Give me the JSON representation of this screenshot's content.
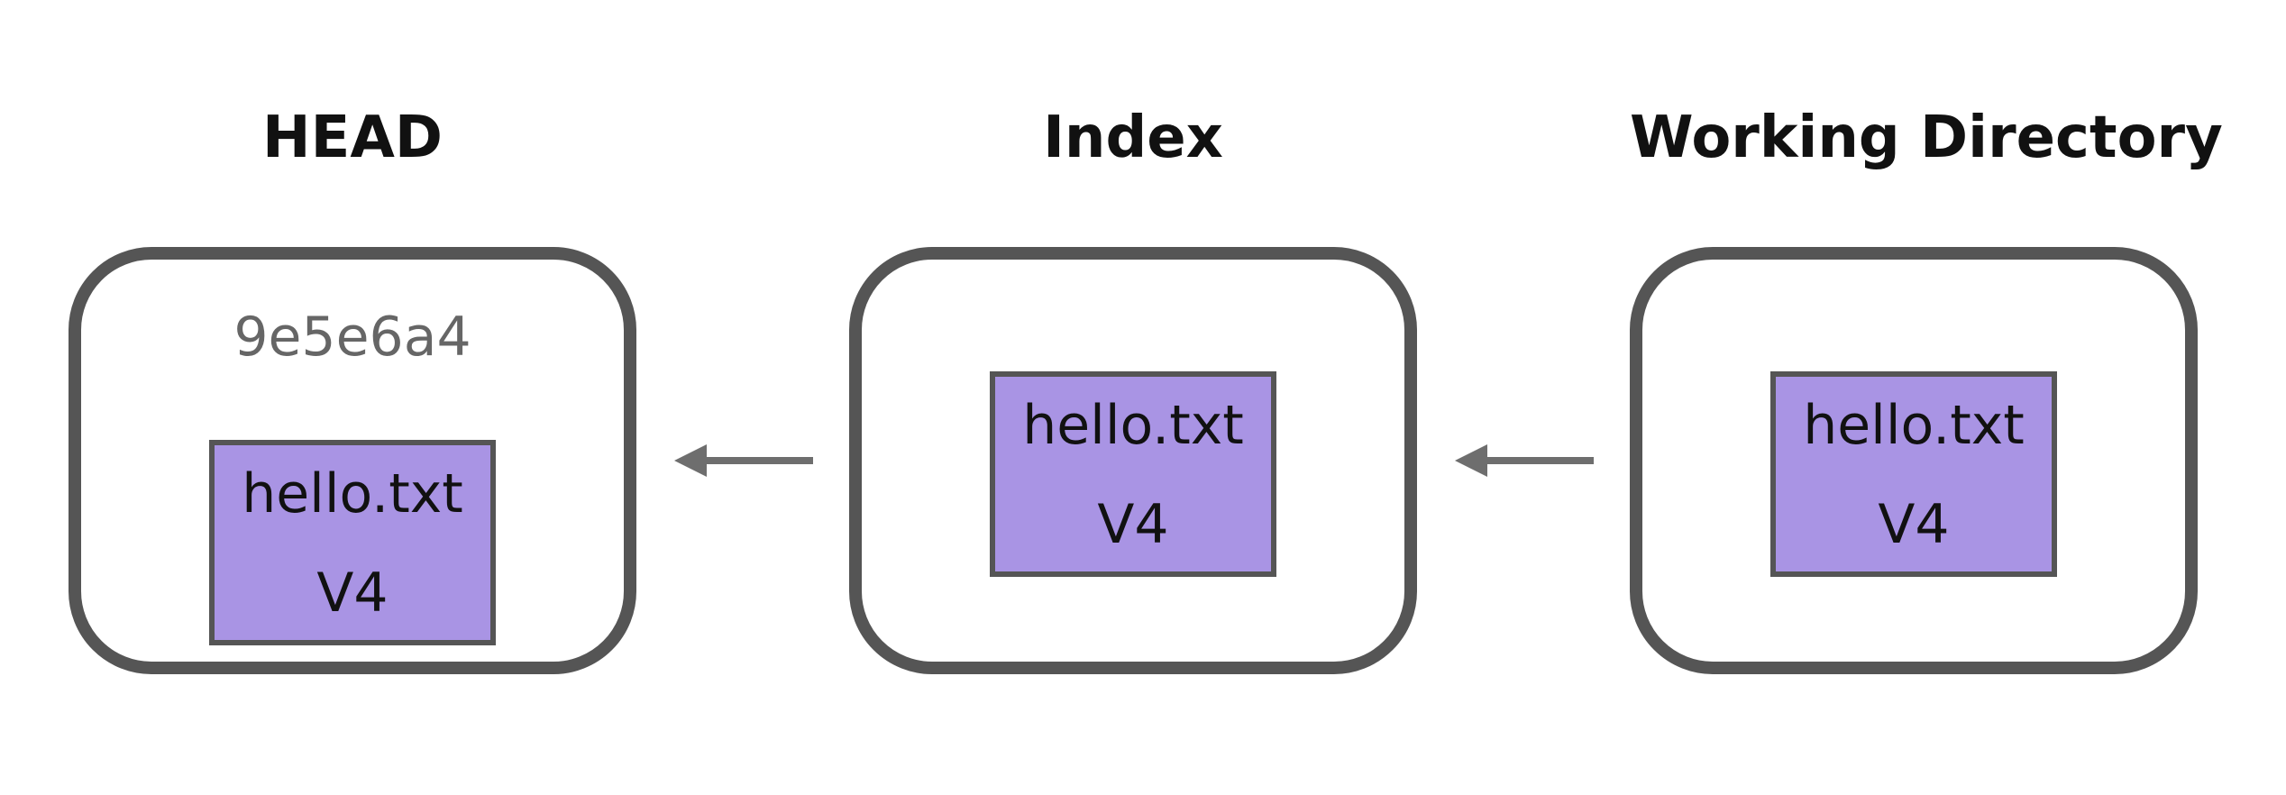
{
  "areas": {
    "head": {
      "title": "HEAD",
      "commit": "9e5e6a4",
      "file": {
        "name": "hello.txt",
        "version": "V4"
      }
    },
    "index": {
      "title": "Index",
      "file": {
        "name": "hello.txt",
        "version": "V4"
      }
    },
    "working_directory": {
      "title": "Working Directory",
      "file": {
        "name": "hello.txt",
        "version": "V4"
      }
    }
  },
  "colors": {
    "box_border": "#555555",
    "file_fill": "#a994e4",
    "arrow": "#6e6e6e",
    "title_text": "#111111",
    "commit_text": "#666666"
  }
}
